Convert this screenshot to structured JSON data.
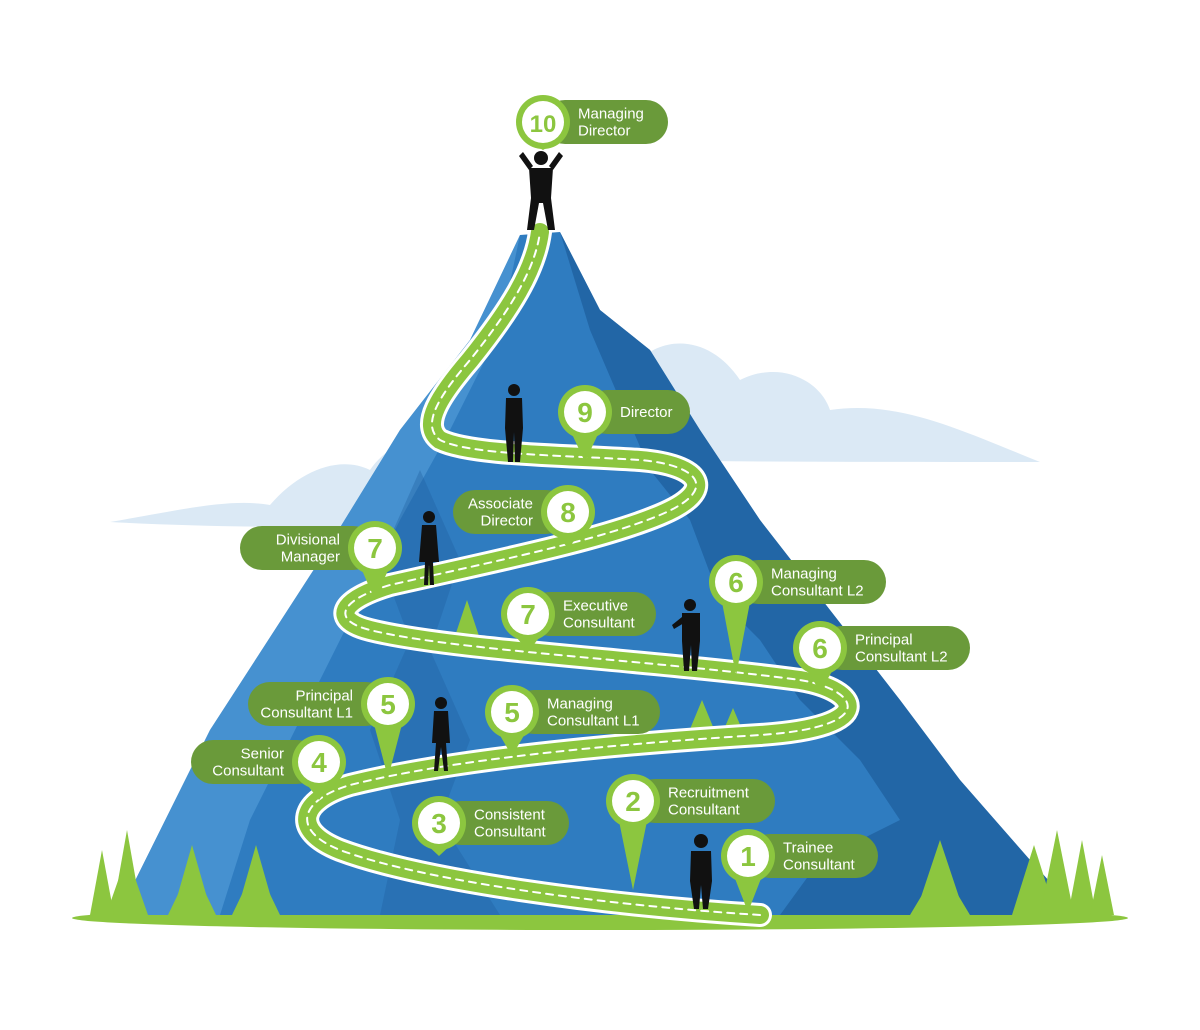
{
  "diagram": {
    "colors": {
      "sky_cloud": "#dbe9f5",
      "mountain_dark": "#1f5f9e",
      "mountain_mid": "#2f7cc0",
      "mountain_light": "#5aa2dc",
      "road": "#8cc63f",
      "road_edge": "#ffffff",
      "ground": "#8cc63f",
      "tree": "#8cc63f",
      "label_bg": "#6a9a3a",
      "pin_ring": "#8cc63f",
      "pin_center": "#ffffff",
      "silhouette": "#111111"
    },
    "steps": [
      {
        "num": "1",
        "lines": [
          "Trainee",
          "Consultant"
        ]
      },
      {
        "num": "2",
        "lines": [
          "Recruitment",
          "Consultant"
        ]
      },
      {
        "num": "3",
        "lines": [
          "Consistent",
          "Consultant"
        ]
      },
      {
        "num": "4",
        "lines": [
          "Senior",
          "Consultant"
        ]
      },
      {
        "num": "5",
        "lines": [
          "Principal",
          "Consultant L1"
        ]
      },
      {
        "num": "5",
        "lines": [
          "Managing",
          "Consultant L1"
        ]
      },
      {
        "num": "6",
        "lines": [
          "Principal",
          "Consultant L2"
        ]
      },
      {
        "num": "6",
        "lines": [
          "Managing",
          "Consultant L2"
        ]
      },
      {
        "num": "7",
        "lines": [
          "Executive",
          "Consultant"
        ]
      },
      {
        "num": "7",
        "lines": [
          "Divisional",
          "Manager"
        ]
      },
      {
        "num": "8",
        "lines": [
          "Associate",
          "Director"
        ]
      },
      {
        "num": "9",
        "lines": [
          "Director"
        ]
      },
      {
        "num": "10",
        "lines": [
          "Managing",
          "Director"
        ]
      }
    ]
  }
}
